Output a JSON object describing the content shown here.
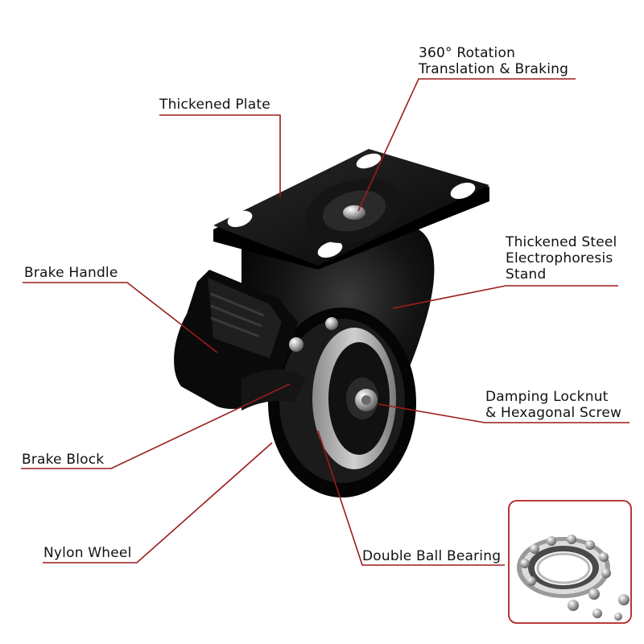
{
  "labels": {
    "rotation": [
      "360° Rotation",
      "Translation & Braking"
    ],
    "thickened_plate": "Thickened Plate",
    "steel_stand": [
      "Thickened Steel",
      "Electrophoresis",
      "Stand"
    ],
    "brake_handle": "Brake Handle",
    "locknut": [
      "Damping Locknut",
      "& Hexagonal Screw"
    ],
    "brake_block": "Brake Block",
    "nylon_wheel": "Nylon Wheel",
    "ball_bearing": "Double Ball Bearing"
  },
  "colors": {
    "leader_line": "#9b1c1c",
    "inset_border": "#b02020",
    "caster_body": "#0d0d0d",
    "wheel_rim": "#b9b9b9",
    "text": "#111111"
  }
}
